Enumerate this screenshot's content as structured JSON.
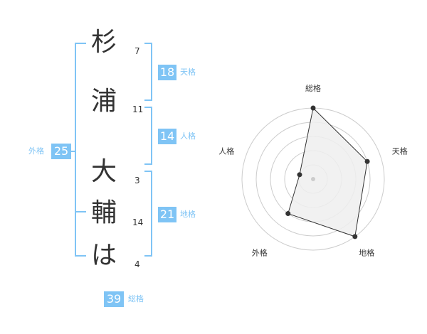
{
  "name": {
    "chars": [
      {
        "char": "杉",
        "strokes": "7"
      },
      {
        "char": "浦",
        "strokes": "11"
      },
      {
        "char": "大",
        "strokes": "3"
      },
      {
        "char": "輔",
        "strokes": "14"
      },
      {
        "char": "は",
        "strokes": "4"
      }
    ]
  },
  "scores": {
    "tenkaku": {
      "value": "18",
      "label": "天格"
    },
    "jinkaku": {
      "value": "14",
      "label": "人格"
    },
    "chikaku": {
      "value": "21",
      "label": "地格"
    },
    "gaikaku": {
      "value": "25",
      "label": "外格"
    },
    "soukaku": {
      "value": "39",
      "label": "総格"
    }
  },
  "colors": {
    "accent": "#7fc4f5",
    "text": "#333333",
    "grid": "#cccccc",
    "fill": "#eeeeee"
  },
  "chart_data": {
    "type": "radar",
    "axes": [
      "総格",
      "天格",
      "地格",
      "外格",
      "人格"
    ],
    "values": [
      5,
      4,
      5,
      3,
      1
    ],
    "max": 5,
    "rings": 5
  }
}
